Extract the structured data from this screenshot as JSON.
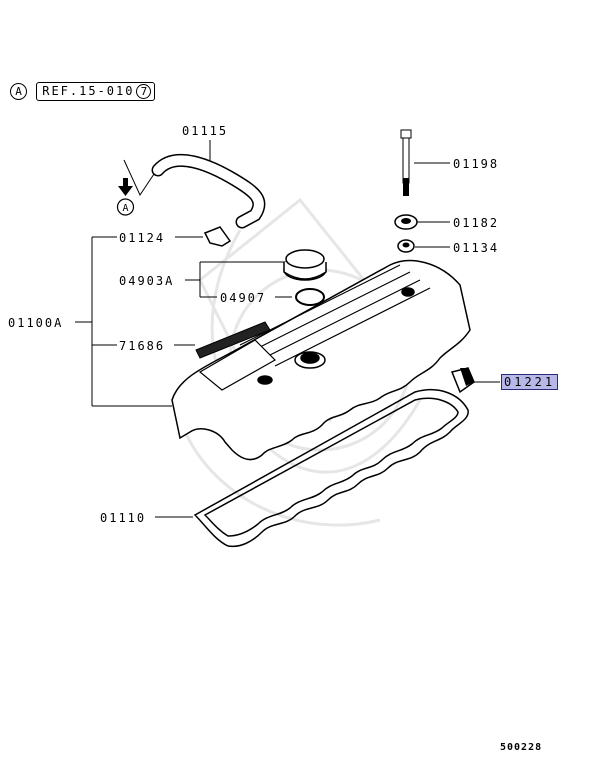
{
  "ref": {
    "circle_letter": "A",
    "text": "REF.15-010",
    "circle_number": "7"
  },
  "arrow_marker": "A",
  "labels": {
    "p01115": "01115",
    "p01198": "01198",
    "p01182": "01182",
    "p01134": "01134",
    "p01124": "01124",
    "p04903a": "04903A",
    "p04907": "04907",
    "p01100a": "01100A",
    "p71686": "71686",
    "p01221": "01221",
    "p01110": "01110"
  },
  "highlight_color": "#b7b8e8",
  "footer": "500228"
}
